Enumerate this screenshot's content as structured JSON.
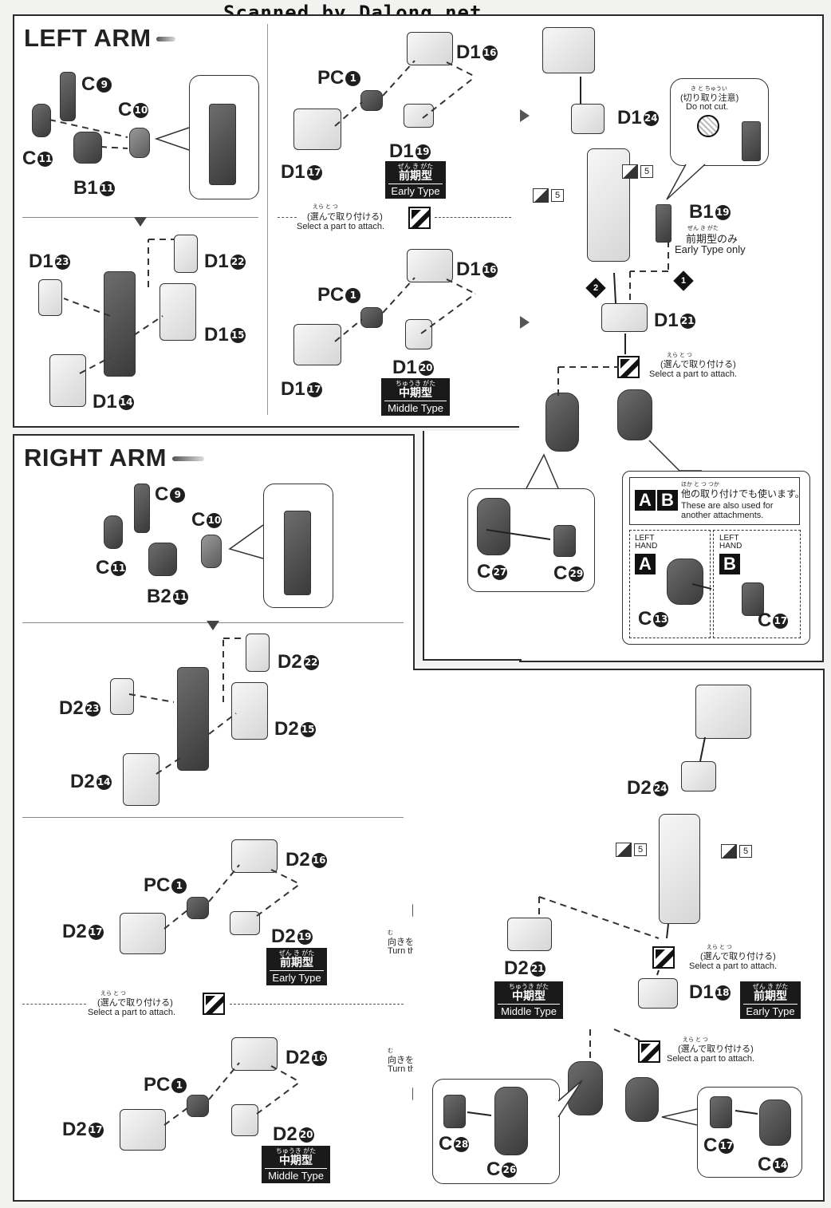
{
  "header": {
    "scan_credit": "Scanned by Dalong.net"
  },
  "left_arm": {
    "title": "LEFT ARM",
    "step1": {
      "c9": "C",
      "c9n": "9",
      "c10": "C",
      "c10n": "10",
      "c11": "C",
      "c11n": "11",
      "b1": "B1",
      "b1n": "11"
    },
    "step2": {
      "d123": "D1",
      "d123n": "23",
      "d122": "D1",
      "d122n": "22",
      "d115": "D1",
      "d115n": "15",
      "d114": "D1",
      "d114n": "14"
    }
  },
  "upper_center": {
    "a": {
      "pc": "PC",
      "pcn": "1",
      "d116": "D1",
      "d116n": "16",
      "d117": "D1",
      "d117n": "17",
      "d119": "D1",
      "d119n": "19"
    },
    "early_type": {
      "ruby": "ぜん き がた",
      "ja": "前期型",
      "en": "Early Type"
    },
    "select_note": {
      "ruby": "えら   と   つ",
      "ja": "(選んで取り付ける)",
      "en": "Select a part to attach."
    },
    "b": {
      "pc": "PC",
      "pcn": "1",
      "d116": "D1",
      "d116n": "16",
      "d117": "D1",
      "d117n": "17",
      "d120": "D1",
      "d120n": "20"
    },
    "middle_type": {
      "ruby": "ちゅうき がた",
      "ja": "中期型",
      "en": "Middle Type"
    }
  },
  "upper_right": {
    "do_not_cut": {
      "ruby": "き   と   ちゅうい",
      "ja": "(切り取り注意)",
      "en": "Do not cut."
    },
    "d124": "D1",
    "d124n": "24",
    "ref5a": "5",
    "ref5b": "5",
    "b119": "B1",
    "b119n": "19",
    "early_only": {
      "ruby": "ぜん き がた",
      "ja": "前期型のみ",
      "en": "Early Type only"
    },
    "step1": "1",
    "step2": "2",
    "d121": "D1",
    "d121n": "21",
    "select_note": {
      "ruby": "えら   と   つ",
      "ja": "(選んで取り付ける)",
      "en": "Select a part to attach."
    },
    "c27": "C",
    "c27n": "27",
    "c29": "C",
    "c29n": "29",
    "also_used": {
      "letters_a": "A",
      "letters_b": "B",
      "ruby": "ほか   と   つ         つか",
      "ja": "他の取り付けでも使います。",
      "en1": "These are also used for",
      "en2": "another attachments."
    },
    "hand_a": {
      "label1": "LEFT",
      "label2": "HAND",
      "letter": "A",
      "part": "C",
      "partn": "13"
    },
    "hand_b": {
      "label1": "LEFT",
      "label2": "HAND",
      "letter": "B",
      "part": "C",
      "partn": "17"
    }
  },
  "right_arm": {
    "title": "RIGHT ARM",
    "step1": {
      "c9": "C",
      "c9n": "9",
      "c10": "C",
      "c10n": "10",
      "c11": "C",
      "c11n": "11",
      "b2": "B2",
      "b2n": "11"
    },
    "step2": {
      "d222": "D2",
      "d222n": "22",
      "d223": "D2",
      "d223n": "23",
      "d215": "D2",
      "d215n": "15",
      "d214": "D2",
      "d214n": "14"
    },
    "a": {
      "pc": "PC",
      "pcn": "1",
      "d216": "D2",
      "d216n": "16",
      "d217": "D2",
      "d217n": "17",
      "d219": "D2",
      "d219n": "19"
    },
    "early_type": {
      "ruby": "ぜん き がた",
      "ja": "前期型",
      "en": "Early Type"
    },
    "select_note": {
      "ruby": "えら   と   つ",
      "ja": "(選んで取り付ける)",
      "en": "Select a part to attach."
    },
    "b": {
      "pc": "PC",
      "pcn": "1",
      "d216": "D2",
      "d216n": "16",
      "d217": "D2",
      "d217n": "17",
      "d220": "D2",
      "d220n": "20"
    },
    "middle_type": {
      "ruby": "ちゅうき がた",
      "ja": "中期型",
      "en": "Middle Type"
    },
    "turn1": {
      "ruby": "む",
      "ja": "向きをかえます。",
      "en": "Turn the part."
    },
    "turn2": {
      "ruby": "む",
      "ja": "向きをかえます。",
      "en": "Turn the part."
    }
  },
  "lower_right": {
    "d224": "D2",
    "d224n": "24",
    "ref5a": "5",
    "ref5b": "5",
    "d221": "D2",
    "d221n": "21",
    "middle_type": {
      "ruby": "ちゅうき がた",
      "ja": "中期型",
      "en": "Middle Type"
    },
    "select_note1": {
      "ruby": "えら   と   つ",
      "ja": "(選んで取り付ける)",
      "en": "Select a part to attach."
    },
    "d118": "D1",
    "d118n": "18",
    "early_type": {
      "ruby": "ぜん き がた",
      "ja": "前期型",
      "en": "Early Type"
    },
    "select_note2": {
      "ruby": "えら   と   つ",
      "ja": "(選んで取り付ける)",
      "en": "Select a part to attach."
    },
    "c28": "C",
    "c28n": "28",
    "c26": "C",
    "c26n": "26",
    "c17": "C",
    "c17n": "17",
    "c14": "C",
    "c14n": "14"
  }
}
